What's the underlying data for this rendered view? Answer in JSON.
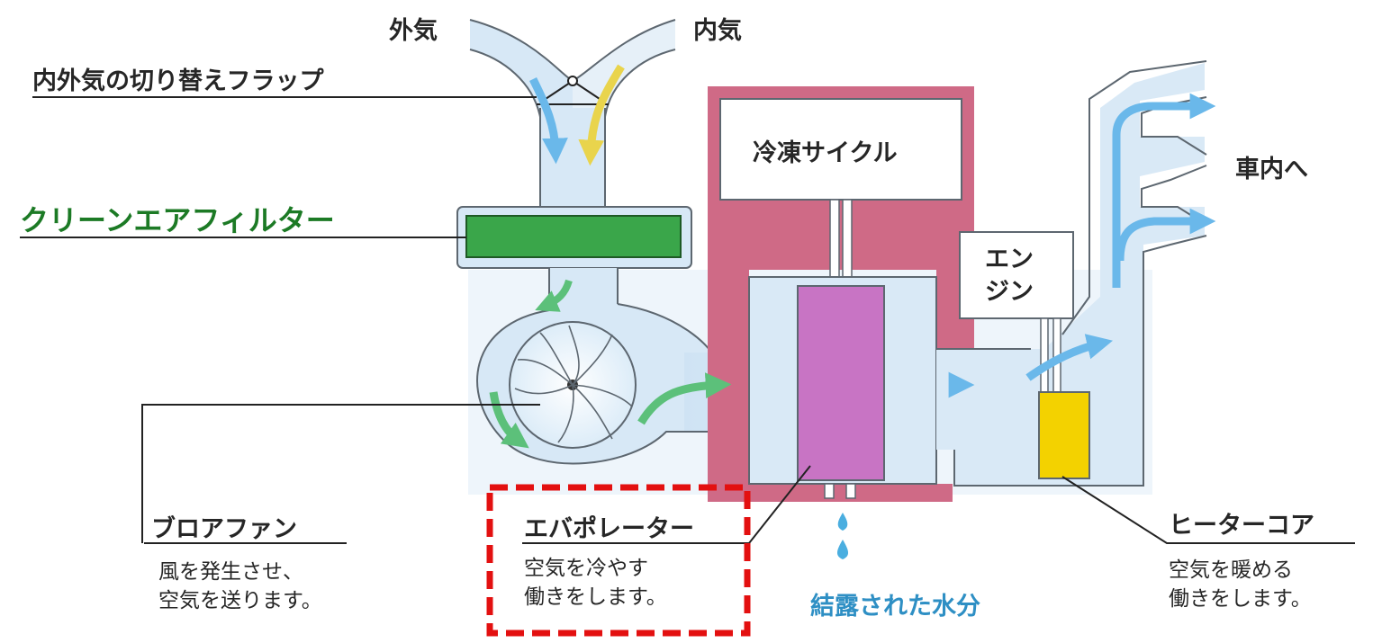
{
  "labels": {
    "outside_air": "外気",
    "inside_air": "内気",
    "flap": "内外気の切り替えフラップ",
    "filter": "クリーンエアフィルター",
    "refrigeration_cycle": "冷凍サイクル",
    "engine_line1": "エン",
    "engine_line2": "ジン",
    "to_cabin": "車内へ",
    "blower_fan": "ブロアファン",
    "blower_desc": "風を発生させ、\n空気を送ります。",
    "evaporator": "エバポレーター",
    "evaporator_desc": "空気を冷やす\n働きをします。",
    "condensed_water": "結露された水分",
    "heater_core": "ヒーターコア",
    "heater_desc": "空気を暖める\n働きをします。"
  },
  "colors": {
    "duct_fill": "#d7e8f6",
    "duct_stroke": "#5d6770",
    "refrigeration_red": "#cf6a86",
    "evaporator_purple": "#c874c4",
    "filter_green": "#3aa64a",
    "heater_yellow": "#f3d200",
    "arrow_blue": "#6ab8ea",
    "arrow_yellow": "#e9d44c",
    "arrow_green": "#5cc07a",
    "highlight_red": "#e31010"
  }
}
